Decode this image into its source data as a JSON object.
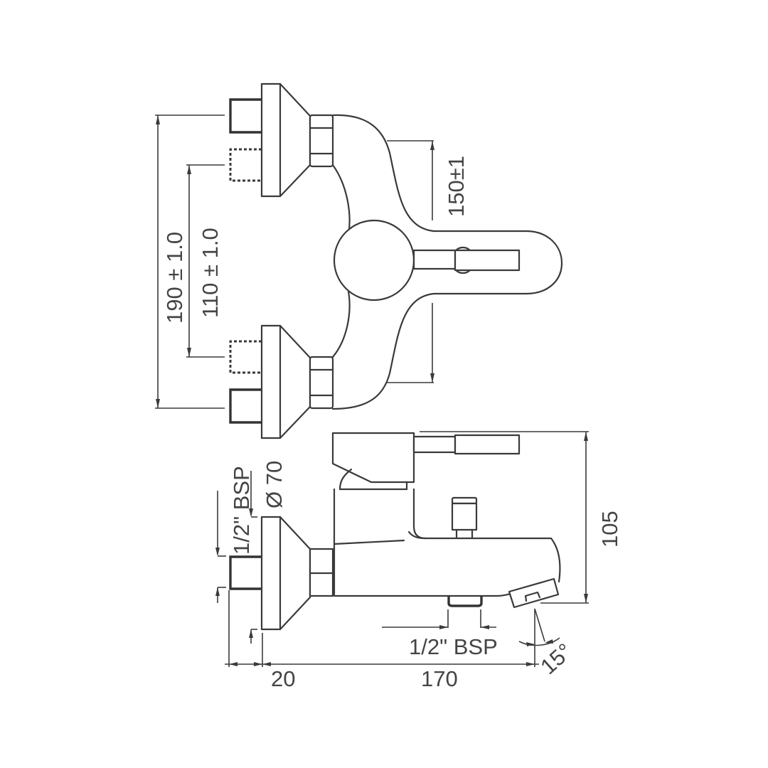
{
  "drawing": {
    "title": "Bath mixer technical drawing",
    "line_color": "#3a3a3a",
    "background": "#ffffff",
    "top_view": {
      "dimensions": {
        "outer_spacing": "190 ± 1.0",
        "inner_spacing": "110 ± 1.0",
        "centre_distance": "150±1"
      }
    },
    "side_view": {
      "dimensions": {
        "inlet_thread": "1/2\" BSP",
        "flange_diameter": "Ø 70",
        "height": "105",
        "outlet_thread": "1/2\" BSP",
        "inlet_projection": "20",
        "spout_reach": "170",
        "spout_angle": "15°"
      }
    }
  }
}
